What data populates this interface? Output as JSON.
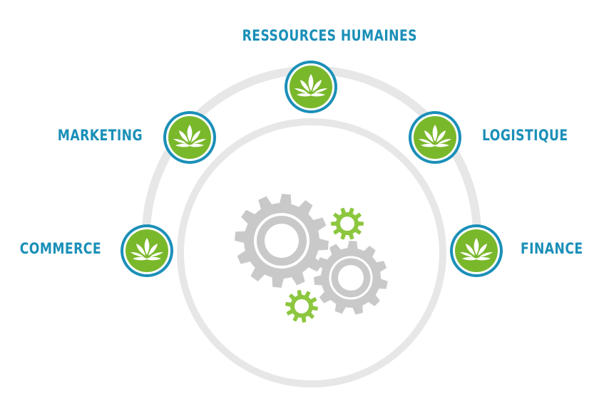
{
  "nodes": [
    {
      "id": "ressources-humaines",
      "label": "RESSOURCES HUMAINES",
      "icon": "plant-icon"
    },
    {
      "id": "marketing",
      "label": "MARKETING",
      "icon": "plant-icon"
    },
    {
      "id": "logistique",
      "label": "LOGISTIQUE",
      "icon": "plant-icon"
    },
    {
      "id": "commerce",
      "label": "COMMERCE",
      "icon": "plant-icon"
    },
    {
      "id": "finance",
      "label": "FINANCE",
      "icon": "plant-icon"
    }
  ],
  "center_icon": "gears-icon",
  "colors": {
    "label": "#1a8fb8",
    "node_ring": "#1a8fb8",
    "node_fill": "#7ab82b",
    "outer_arc": "#e7e7e7",
    "inner_circle": "#e7e7e7",
    "gear_gray": "#c9c9c9",
    "gear_green": "#8dc63f"
  }
}
